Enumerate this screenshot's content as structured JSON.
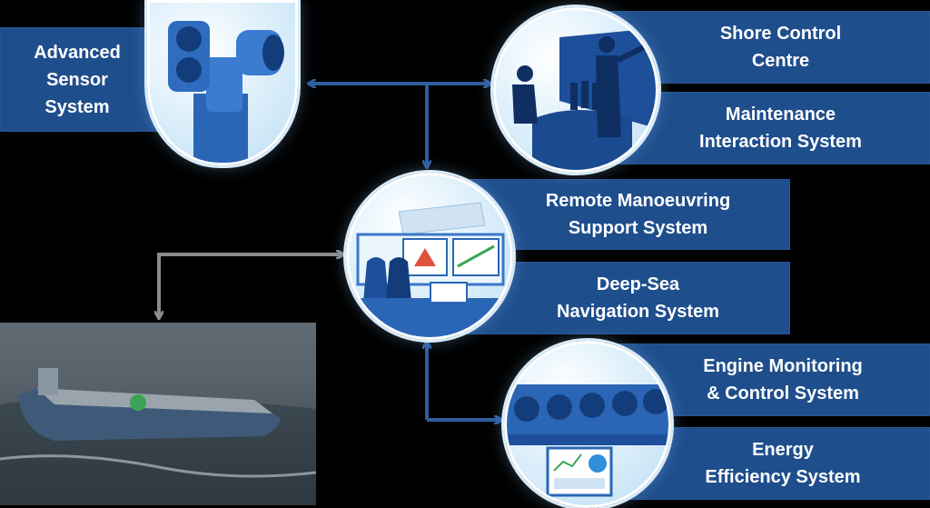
{
  "systems": {
    "advanced_sensor": "Advanced\nSensor\nSystem",
    "shore_control": "Shore Control\nCentre",
    "maintenance": "Maintenance\nInteraction System",
    "remote_manoeuvring": "Remote Manoeuvring\nSupport System",
    "deep_sea": "Deep-Sea\nNavigation System",
    "engine_monitoring": "Engine Monitoring\n& Control System",
    "energy_efficiency": "Energy\nEfficiency System"
  },
  "colors": {
    "panel": "#1f4e8c",
    "arrow_blue": "#2f5d9e",
    "arrow_grey": "#8c8c8c",
    "background": "#000000"
  },
  "icons": {
    "sensor_illustration": "camera-sensor-icon",
    "shore_illustration": "control-room-icon",
    "bridge_illustration": "ship-bridge-icon",
    "engine_illustration": "engine-cylinders-icon",
    "ship_photo": "cargo-ship-image"
  }
}
